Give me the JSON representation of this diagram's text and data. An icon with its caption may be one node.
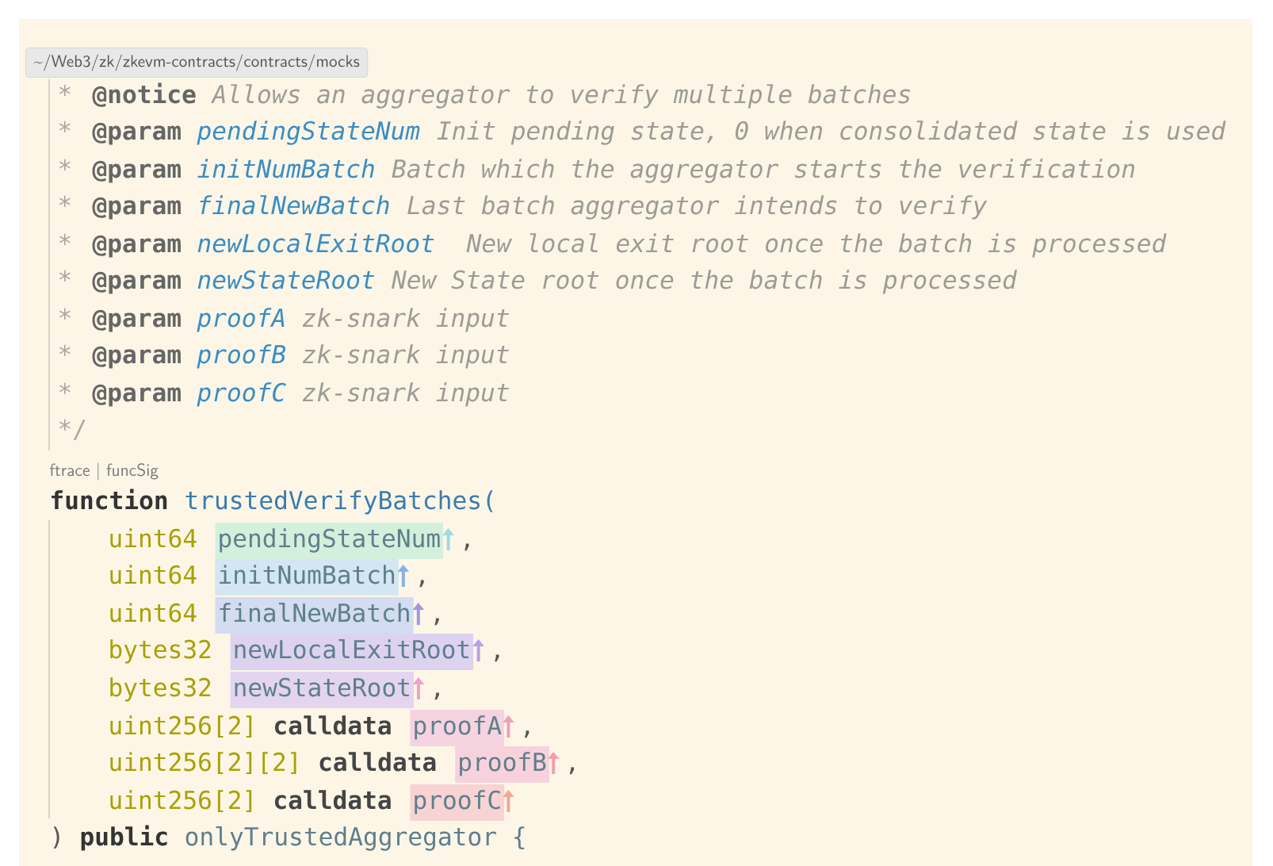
{
  "diagram": {
    "labels": [
      "~/Web3/zk/zkevm-contracts/contracts/mocks",
      "*",
      "@notice",
      "Allows an aggregator to verify multiple batches",
      "*",
      "@param",
      "pendingStateNum",
      "Init pending state, 0 when consolidated state is used",
      "*",
      "@param",
      "initNumBatch",
      "Batch which the aggregator starts the verification",
      "*",
      "@param",
      "finalNewBatch",
      "Last batch aggregator intends to verify",
      "*",
      "@param",
      "newLocalExitRoot",
      "New local exit root once the batch is processed",
      "*",
      "@param",
      "newStateRoot",
      "New State root once the batch is processed",
      "*",
      "@param",
      "proofA",
      "zk-snark input",
      "*",
      "@param",
      "proofB",
      "zk-snark input",
      "*",
      "@param",
      "proofC",
      "zk-snark input",
      "*/",
      "ftrace | funcSig",
      "function",
      "trustedVerifyBatches(",
      "uint64",
      "pendingStateNum",
      ",",
      "uint64",
      "initNumBatch",
      ",",
      "uint64",
      "finalNewBatch",
      ",",
      "bytes32",
      "newLocalExitRoot",
      ",",
      "bytes32",
      "newStateRoot",
      ",",
      "uint256[2]",
      "calldata",
      "proofA",
      ",",
      "uint256[2][2]",
      "calldata",
      "proofB",
      ",",
      "uint256[2]",
      "calldata",
      "proofC",
      ")",
      "public",
      "onlyTrustedAggregator {"
    ]
  }
}
